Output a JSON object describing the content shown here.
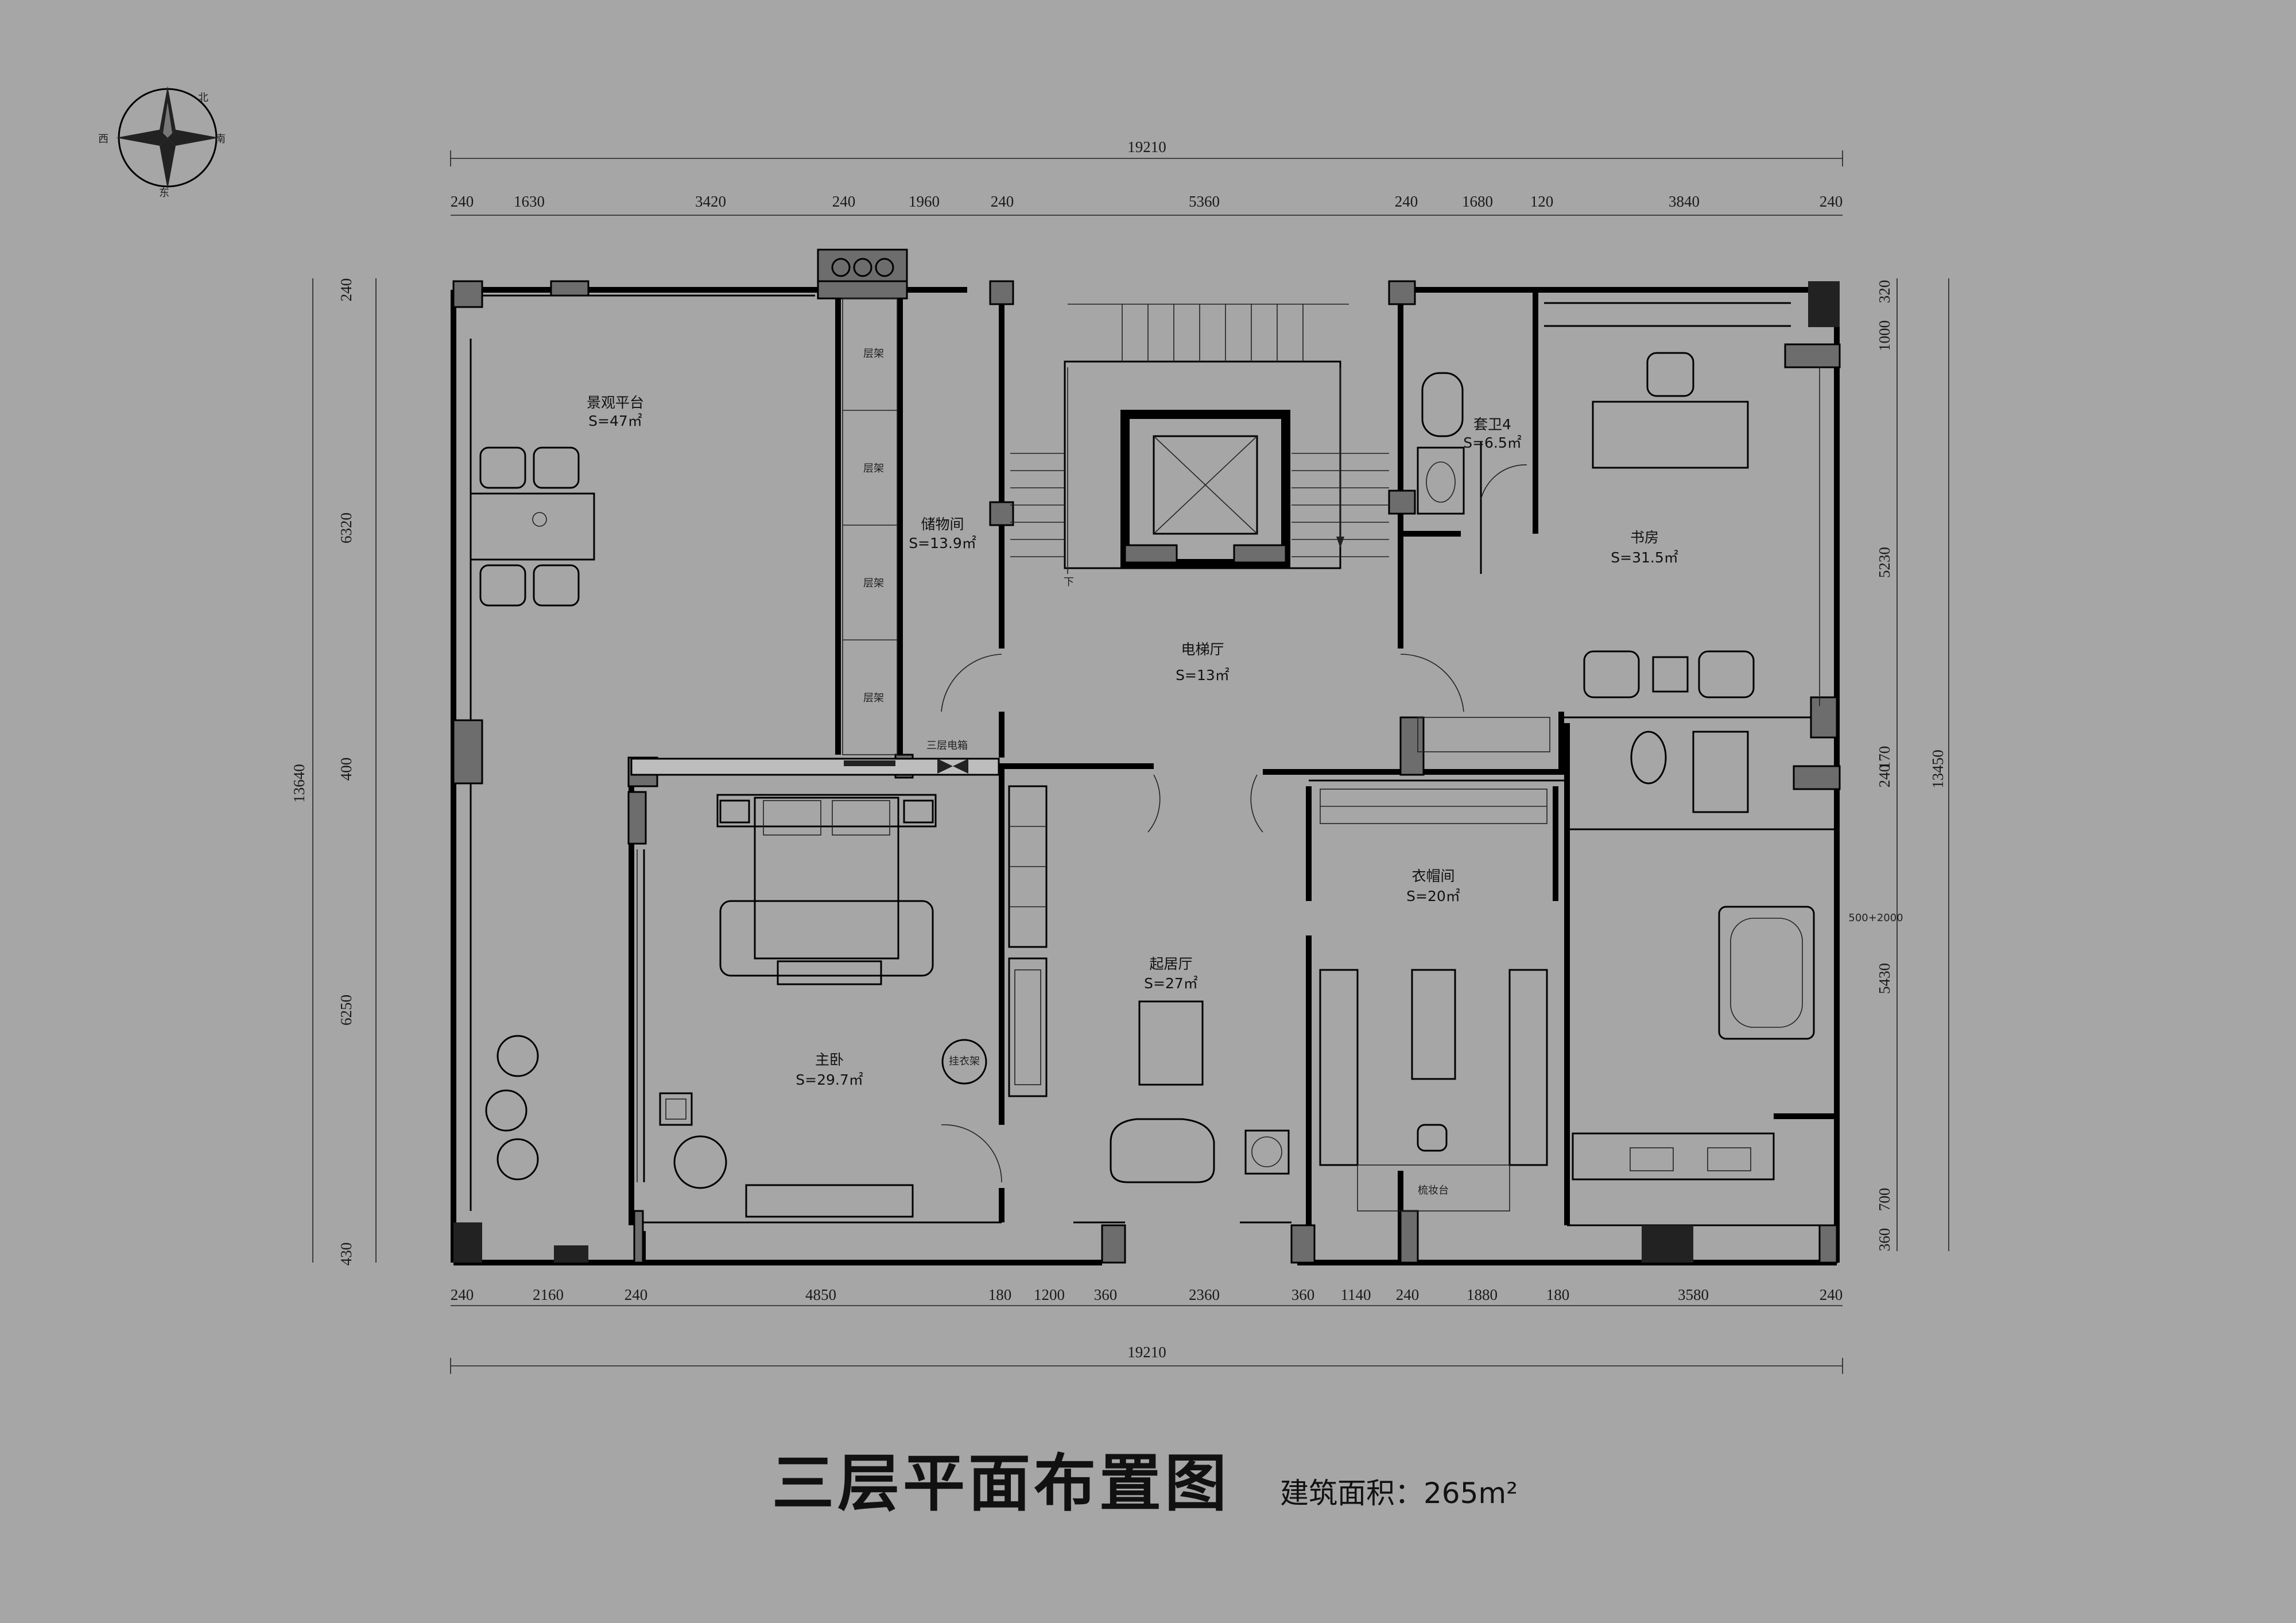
{
  "title": "三层平面布置图",
  "area_label": "建筑面积：265m²",
  "compass": {
    "labels": [
      "北",
      "南",
      "西",
      "东"
    ]
  },
  "top_dims": {
    "total": "19210",
    "segments": [
      "240",
      "1630",
      "3420",
      "240",
      "1960",
      "240",
      "5360",
      "240",
      "1680",
      "120",
      "3840",
      "240"
    ]
  },
  "bottom_dims": {
    "total": "19210",
    "segments": [
      "240",
      "2160",
      "240",
      "4850",
      "180",
      "1200",
      "360",
      "2360",
      "360",
      "1140",
      "240",
      "1880",
      "180",
      "3580",
      "240"
    ]
  },
  "left_dims": {
    "total": "13640",
    "segments": [
      "240",
      "6320",
      "400",
      "6250",
      "430"
    ]
  },
  "right_dims": {
    "total": "13450",
    "segments": [
      "320",
      "1000",
      "5230",
      "170",
      "240",
      "5430",
      "700",
      "360"
    ]
  },
  "rooms": {
    "terrace": {
      "name": "景观平台",
      "area": "S=47㎡"
    },
    "storage": {
      "name": "储物间",
      "area": "S=13.9㎡"
    },
    "elevator": {
      "name": "电梯厅",
      "area": "S=13㎡"
    },
    "bath4": {
      "name": "套卫4",
      "area": "S=6.5㎡"
    },
    "study": {
      "name": "书房",
      "area": "S=31.5㎡"
    },
    "master": {
      "name": "主卧",
      "area": "S=29.7㎡"
    },
    "living": {
      "name": "起居厅",
      "area": "S=27㎡"
    },
    "closet": {
      "name": "衣帽间",
      "area": "S=20㎡"
    }
  },
  "labels": {
    "down": "下",
    "panel": "三层电箱",
    "rack": "层架",
    "coat_rack": "挂衣架",
    "vanity": "梳妆台",
    "bath_note": "500+2000"
  }
}
